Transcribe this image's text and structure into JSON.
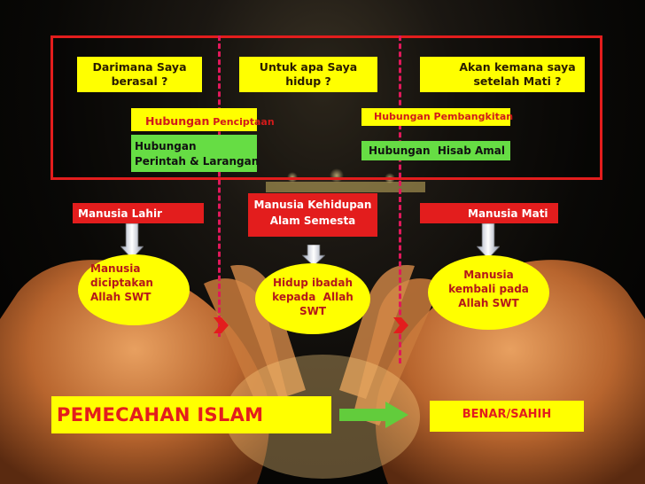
{
  "questions": [
    {
      "text": "Darimana Saya\nberasal ?"
    },
    {
      "text": "Untuk apa Saya\nhidup ?"
    },
    {
      "text": "Akan kemana saya\nsetelah Mati ?"
    }
  ],
  "relations": {
    "penciptaan_bold": "Hubungan",
    "penciptaan_rest": " Penciptaan",
    "pembangkitan": "Hubungan Pembangkitan",
    "perintah": "Hubungan\nPerintah & Larangan",
    "hisab": "Hubungan  Hisab Amal"
  },
  "stages": {
    "lahir": "Manusia Lahir",
    "kehidupan": "Manusia Kehidupan\nAlam Semesta",
    "mati": "Manusia Mati"
  },
  "outcomes": {
    "diciptakan": "Manusia\ndiciptakan\nAllah SWT",
    "ibadah": "Hidup ibadah\nkepada  Allah\nSWT",
    "kembali": "Manusia\nkembali pada\nAllah SWT"
  },
  "bottom": {
    "pemecahan": "PEMECAHAN ISLAM",
    "benar": "BENAR/SAHIH"
  },
  "colors": {
    "yellow": "#ffff00",
    "red": "#e31d1d",
    "green": "#66dd44",
    "dash": "#e0185a"
  }
}
